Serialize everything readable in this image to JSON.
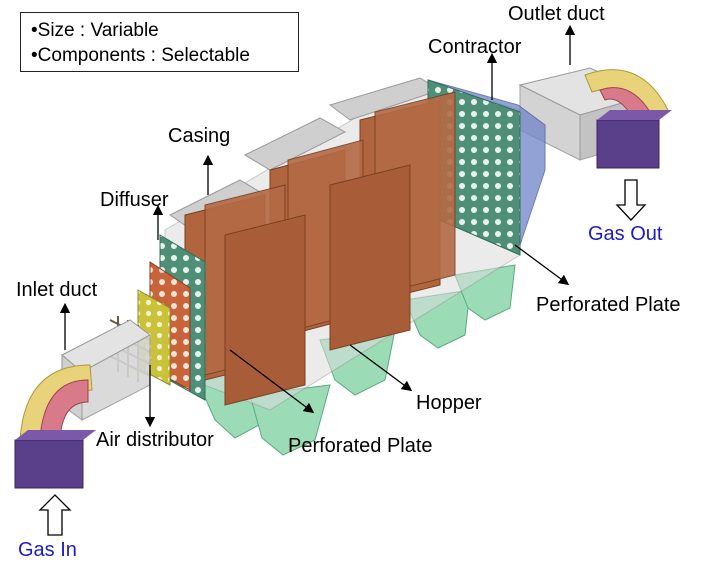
{
  "spec_box": {
    "line1": "•Size : Variable",
    "line2": "•Components : Selectable"
  },
  "labels": {
    "outlet_duct": "Outlet duct",
    "contractor": "Contractor",
    "casing": "Casing",
    "diffuser": "Diffuser",
    "inlet_duct": "Inlet duct",
    "air_distributor": "Air distributor",
    "perforated_plate_bottom": "Perforated Plate",
    "perforated_plate_right": "Perforated Plate",
    "hopper": "Hopper",
    "gas_out": "Gas Out",
    "gas_in": "Gas In"
  },
  "colors": {
    "label_text": "#000000",
    "flow_text": "#1a1acc",
    "casing": "#d8d8d8",
    "collector_plate": "#b0653f",
    "perforated_plate": "#4f8f78",
    "diffuser_plate": "#c9c23a",
    "hopper": "#7ccfa0",
    "contractor": "#6f84c8",
    "fan_block": "#5a3f8a",
    "elbow": "#e8d27a"
  }
}
